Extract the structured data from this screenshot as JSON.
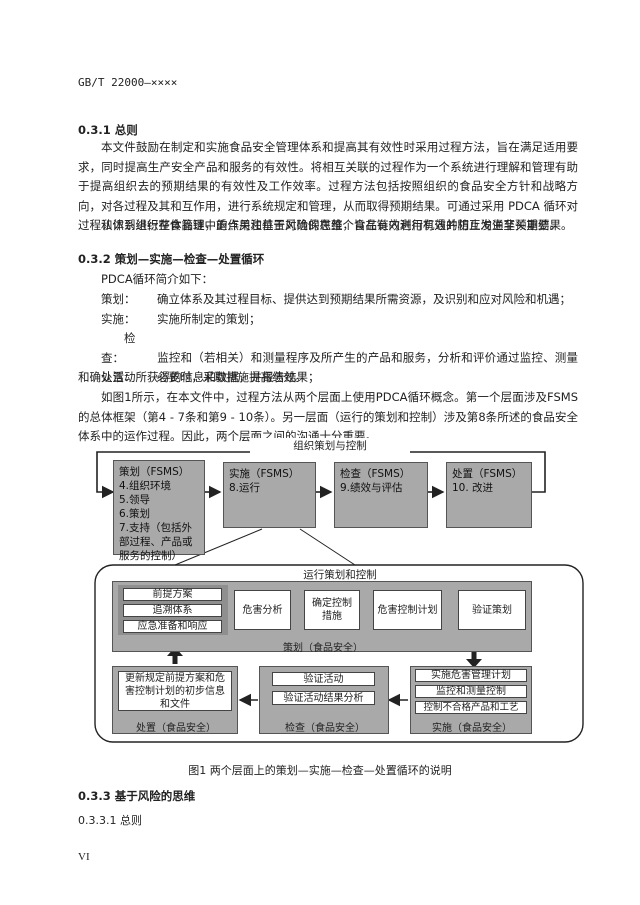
{
  "header": {
    "code": "GB/T 22000—××××"
  },
  "s331": {
    "title": "0.3.1 总则",
    "p1": "本文件鼓励在制定和实施食品安全管理体系和提高其有效性时采用过程方法，旨在满足适用要求，同时提高生产安全产品和服务的有效性。将相互关联的过程作为一个系统进行理解和管理有助于提高组织去的预期结果的有效性及工作效率。过程方法包括按照组织的食品安全方针和战略方向，对各过程及其和互作用，进行系统规定和管理，从而取得预期结果。可通过采用 PDCA 循环对过程和体系进行整体管理，重点关注基于风险的思维，旨在有效利用机遇并防止发生非预期结果。",
    "p2": "认识到组织在食品链中的作用和位置对确保在整个食品链内进行有效的相互沟通至关重要。"
  },
  "s332": {
    "title": "0.3.2 策划—实施—检查—处置循环",
    "intro": "PDCA循环简介如下：",
    "items": [
      {
        "label": "策划：",
        "text": "确立体系及其过程目标、提供达到预期结果所需资源，及识别和应对风险和机遇；"
      },
      {
        "label": "实施：",
        "text": "实施所制定的策划；"
      },
      {
        "label": "检查：",
        "text": "监控和（若相关）和测量程序及所产生的产品和服务，分析和评价通过监控、测量和确认活动所获得的信息和数据，并报告结果；"
      },
      {
        "label": "处置：",
        "text": "必要时，采取措施提高绩效。"
      }
    ],
    "p3": "如图1所示，在本文件中，过程方法从两个层面上使用PDCA循环概念。第一个层面涉及FSMS的总体框架（第4 - 7条和第9 - 10条）。另一层面（运行的策划和控制）涉及第8条所述的食品安全体系中的运作过程。因此，两个层面之间的沟通十分重要。"
  },
  "figure": {
    "outer_title": "组织策划与控制",
    "top": [
      {
        "title": "策划（FSMS）",
        "lines": [
          "4.组织环境",
          "5.领导",
          "6.策划",
          "7.支持（包括外部过程、产品或服务的控制）"
        ]
      },
      {
        "title": "实施（FSMS）",
        "lines": [
          "8.运行"
        ]
      },
      {
        "title": "检查（FSMS）",
        "lines": [
          "9.绩效与评估"
        ]
      },
      {
        "title": "处置（FSMS）",
        "lines": [
          "10. 改进"
        ]
      }
    ],
    "inner_title": "运行策划和控制",
    "plan": {
      "label": "策划（食品安全）",
      "prereq": [
        "前提方案",
        "追溯体系",
        "应急准备和响应"
      ],
      "steps": [
        "危害分析",
        "确定控制措施",
        "危害控制计划",
        "验证策划"
      ]
    },
    "act": {
      "label": "处置（食品安全）",
      "text": "更新规定前提方案和危害控制计划的初步信息和文件"
    },
    "check": {
      "label": "检查（食品安全）",
      "items": [
        "验证活动",
        "验证活动结果分析"
      ]
    },
    "do": {
      "label": "实施（食品安全）",
      "items": [
        "实施危害管理计划",
        "监控和测量控制",
        "控制不合格产品和工艺"
      ]
    },
    "caption": "图1 两个层面上的策划—实施—检查—处置循环的说明"
  },
  "s333": {
    "title": "0.3.3 基于风险的思维",
    "sub": "0.3.3.1 总则"
  },
  "footer": {
    "page": "VI"
  }
}
